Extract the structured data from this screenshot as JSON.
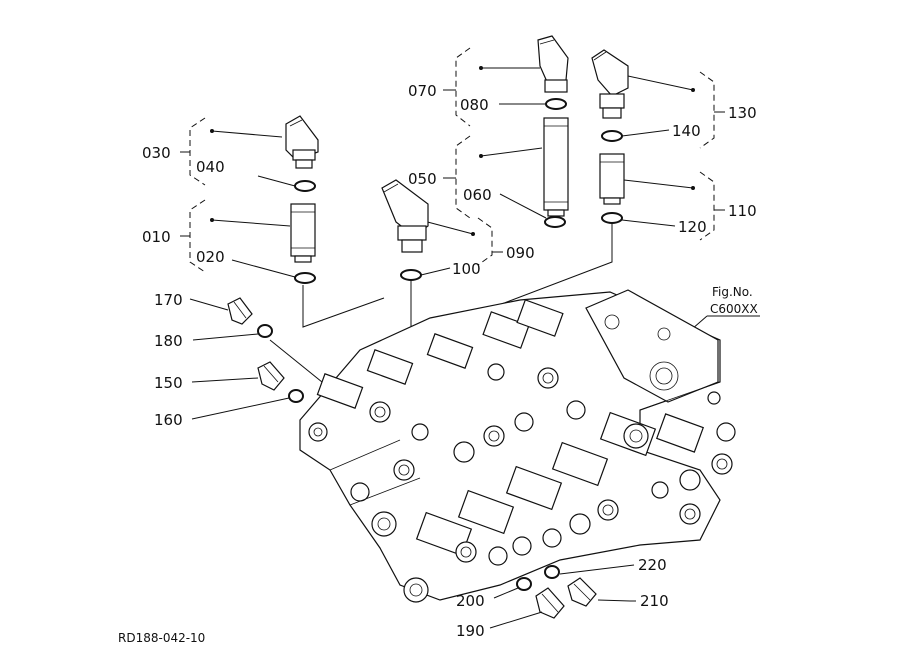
{
  "figure": {
    "fig_label": "Fig.No.",
    "fig_code": "C600XX",
    "drawing_ref": "RD188-042-10"
  },
  "callouts": {
    "c010": "010",
    "c020": "020",
    "c030": "030",
    "c040": "040",
    "c050": "050",
    "c060": "060",
    "c070": "070",
    "c080": "080",
    "c090": "090",
    "c100": "100",
    "c110": "110",
    "c120": "120",
    "c130": "130",
    "c140": "140",
    "c150": "150",
    "c160": "160",
    "c170": "170",
    "c180": "180",
    "c190": "190",
    "c200": "200",
    "c210": "210",
    "c220": "220"
  }
}
